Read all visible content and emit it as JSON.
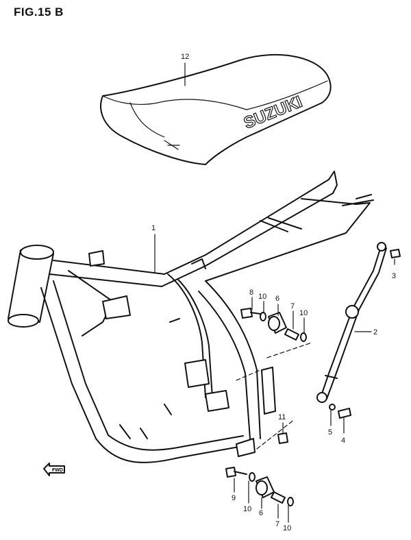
{
  "figure": {
    "title": "FIG.15 B"
  },
  "seat": {
    "brand_text": "SUZUKI"
  },
  "fwd_text": "FWD",
  "callouts": {
    "c1": "1",
    "c2": "2",
    "c3": "3",
    "c4": "4",
    "c5": "5",
    "c6a": "6",
    "c6b": "6",
    "c7a": "7",
    "c7b": "7",
    "c8": "8",
    "c9": "9",
    "c10a": "10",
    "c10b": "10",
    "c10c": "10",
    "c10d": "10",
    "c11": "11",
    "c12": "12"
  }
}
